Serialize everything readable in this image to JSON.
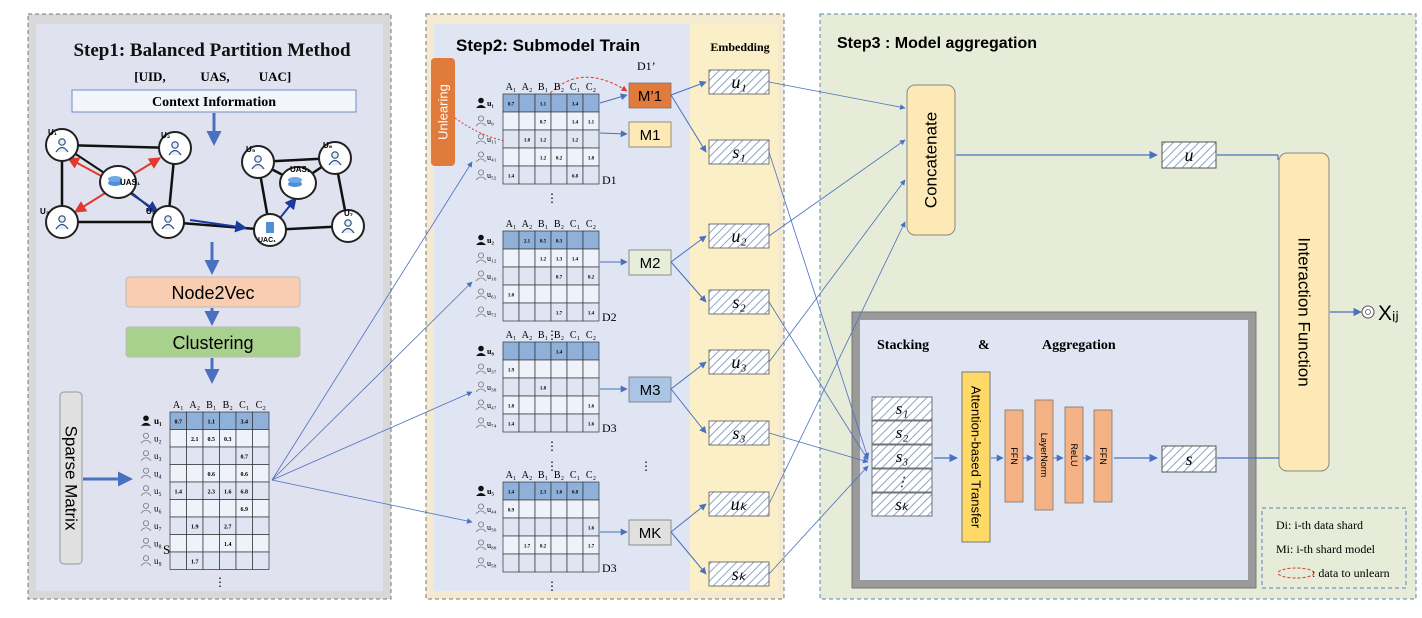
{
  "step1": {
    "title": "Step1: Balanced Partition Method",
    "fields": [
      "[UID,",
      "UAS,",
      "UAC]"
    ],
    "context": "Context Information",
    "users": [
      "U₁",
      "U₂",
      "U₃",
      "U₄",
      "U₅",
      "U₆",
      "U₇"
    ],
    "servers": [
      "UAS₁",
      "UAS₂"
    ],
    "cloud": "UAC₁",
    "node2vec": "Node2Vec",
    "clustering": "Clustering",
    "sparse": "Sparse Matrix",
    "s_label": "S",
    "cols": [
      "A₁",
      "A₂",
      "B₁",
      "B₂",
      "C₁",
      "C₂"
    ],
    "rows": [
      {
        "u": "u₁",
        "bold": true,
        "vals": [
          "0.7",
          "",
          "1.1",
          "",
          "3.4",
          ""
        ]
      },
      {
        "u": "u₂",
        "vals": [
          "",
          "2.1",
          "0.5",
          "0.3",
          "",
          ""
        ]
      },
      {
        "u": "u₃",
        "vals": [
          "",
          "",
          "",
          "",
          "0.7",
          ""
        ]
      },
      {
        "u": "u₄",
        "vals": [
          "",
          "",
          "0.6",
          "",
          "0.6",
          ""
        ]
      },
      {
        "u": "u₅",
        "vals": [
          "1.4",
          "",
          "2.3",
          "1.6",
          "6.8",
          ""
        ]
      },
      {
        "u": "u₆",
        "vals": [
          "",
          "",
          "",
          "",
          "6.9",
          ""
        ]
      },
      {
        "u": "u₇",
        "vals": [
          "",
          "1.9",
          "",
          "2.7",
          "",
          ""
        ]
      },
      {
        "u": "u₈",
        "vals": [
          "",
          "",
          "",
          "1.4",
          "",
          ""
        ]
      },
      {
        "u": "u₉",
        "vals": [
          "",
          "1.7",
          "",
          "",
          "",
          ""
        ]
      }
    ]
  },
  "step2": {
    "title": "Step2: Submodel Train",
    "embedding": "Embedding",
    "unlearning": "Unlearing",
    "d1prime": "D1’",
    "cols": [
      "A₁",
      "A₂",
      "B₁",
      "B₂",
      "C₁",
      "C₂"
    ],
    "dots": "⋮",
    "shards": [
      {
        "label": "D1",
        "rows": [
          {
            "u": "u₁",
            "bold": true,
            "vals": [
              "0.7",
              "",
              "1.1",
              "",
              "3.4",
              ""
            ]
          },
          {
            "u": "u₉",
            "vals": [
              "",
              "",
              "0.7",
              "",
              "1.4",
              "1.1"
            ]
          },
          {
            "u": "u₁₁",
            "vals": [
              "",
              "1.0",
              "1.2",
              "",
              "1.2",
              ""
            ]
          },
          {
            "u": "u₄₁",
            "vals": [
              "",
              "",
              "1.2",
              "0.2",
              "",
              "1.8"
            ]
          },
          {
            "u": "u₅₂",
            "vals": [
              "1.4",
              "",
              "",
              "",
              "6.8",
              ""
            ]
          }
        ]
      },
      {
        "label": "D2",
        "rows": [
          {
            "u": "u₂",
            "bold": true,
            "vals": [
              "",
              "2.1",
              "0.5",
              "0.3",
              "",
              ""
            ]
          },
          {
            "u": "u₁₂",
            "vals": [
              "",
              "",
              "1.2",
              "1.3",
              "1.4",
              ""
            ]
          },
          {
            "u": "u₁₆",
            "vals": [
              "",
              "",
              "",
              "0.7",
              "",
              "0.2"
            ]
          },
          {
            "u": "u₆₁",
            "vals": [
              "1.0",
              "",
              "",
              "",
              "",
              ""
            ]
          },
          {
            "u": "u₇₂",
            "vals": [
              "",
              "",
              "",
              "1.7",
              "",
              "1.4"
            ]
          }
        ]
      },
      {
        "label": "D3",
        "rows": [
          {
            "u": "u₈",
            "bold": true,
            "vals": [
              "",
              "",
              "",
              "1.4",
              "",
              ""
            ]
          },
          {
            "u": "u₃₇",
            "vals": [
              "1.9",
              "",
              "",
              "",
              "",
              ""
            ]
          },
          {
            "u": "u₃₈",
            "vals": [
              "",
              "",
              "1.8",
              "",
              "",
              ""
            ]
          },
          {
            "u": "u₄₇",
            "vals": [
              "1.8",
              "",
              "",
              "",
              "",
              "1.6"
            ]
          },
          {
            "u": "u₇₄",
            "vals": [
              "1.4",
              "",
              "",
              "",
              "",
              "1.6"
            ]
          }
        ]
      },
      {
        "label": "D3",
        "rows": [
          {
            "u": "u₅",
            "bold": true,
            "vals": [
              "1.4",
              "",
              "2.3",
              "1.6",
              "6.8",
              ""
            ]
          },
          {
            "u": "u₄₄",
            "vals": [
              "0.9",
              "",
              "",
              "",
              "",
              ""
            ]
          },
          {
            "u": "u₅₆",
            "vals": [
              "",
              "",
              "",
              "",
              "",
              "1.6"
            ]
          },
          {
            "u": "u₈₈",
            "vals": [
              "",
              "1.7",
              "0.2",
              "",
              "",
              "1.7"
            ]
          },
          {
            "u": "u₅₈",
            "vals": [
              "",
              "",
              "",
              "",
              "",
              ""
            ]
          }
        ]
      }
    ],
    "models": [
      "M’1",
      "M1",
      "M2",
      "M3",
      "MK"
    ],
    "emb_u": [
      "u₁",
      "u₂",
      "u₃",
      "uₖ"
    ],
    "emb_s": [
      "s₁",
      "s₂",
      "s₃",
      "sₖ"
    ]
  },
  "step3": {
    "title": "Step3 : Model aggregation",
    "concatenate": "Concatenate",
    "interaction": "Interaction Function",
    "u": "u",
    "s": "s",
    "output": "Xᵢⱼ",
    "stacking": "Stacking",
    "amp": "&",
    "aggregation": "Aggregation",
    "stack": [
      "s₁",
      "s₂",
      "s₃",
      "⋮",
      "sₖ"
    ],
    "attention": "Attention-based Transfer",
    "layers": [
      "FFN",
      "LayerNorm",
      "ReLU",
      "FFN"
    ],
    "legend": [
      "Di: i-th data shard",
      "Mi: i-th shard model",
      ": data to unlearn"
    ]
  },
  "colors": {
    "step1_bg": "#e1e2ef",
    "step2_bg": "#dfe5f2",
    "embed_bg": "#fbefc8",
    "step3_bg": "#e6ecd7",
    "node2vec": "#f8cdb1",
    "clustering": "#a9d18e",
    "unlearn": "#e07b3c",
    "model_hl": "#e07b3c",
    "m1": "#fde9b5",
    "m2": "#e6eed9",
    "m3": "#a9c4e5",
    "attention": "#ffd966",
    "ffn": "#f4b183",
    "interaction": "#fde9b5",
    "matrix_head": "#8fb0d9",
    "arrow_red": "#e03a2e",
    "arrow_blue": "#1b3a9e"
  }
}
